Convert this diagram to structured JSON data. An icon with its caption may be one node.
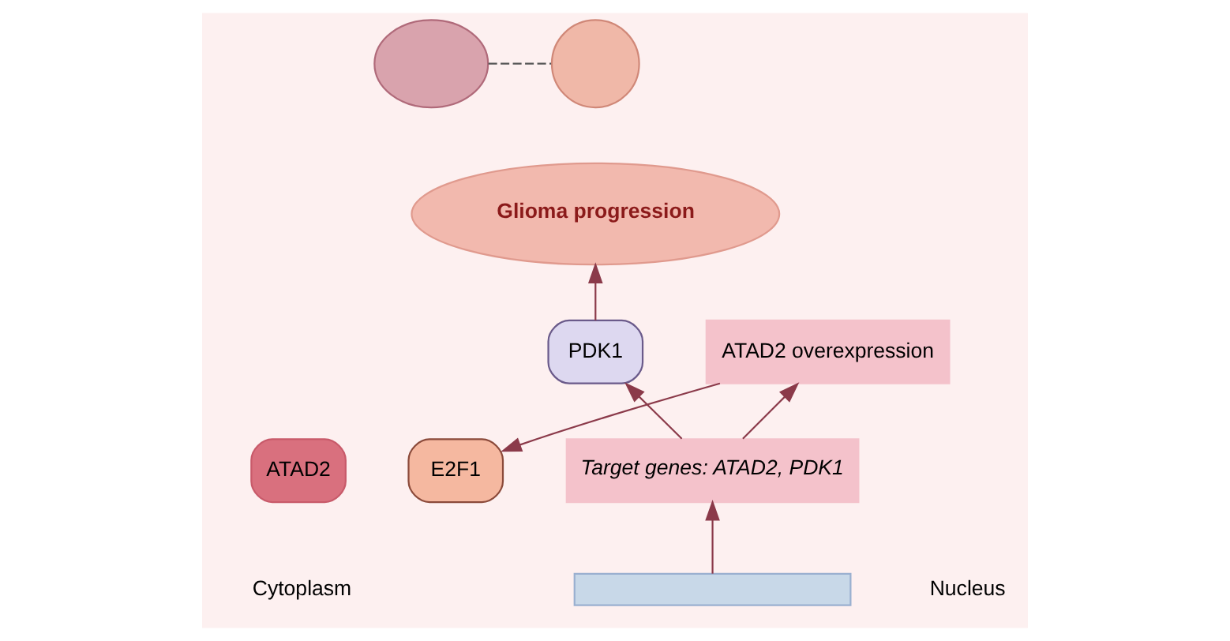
{
  "diagram": {
    "nodes": [
      {
        "text": [],
        "shape": "cloud"
      },
      {
        "text": [],
        "shape": "circle"
      },
      {
        "text": [
          "Glioma progression"
        ]
      },
      {
        "text": [
          "PDK1"
        ]
      },
      {
        "text": [
          "ATAD2 overexpression"
        ]
      },
      {
        "text": [
          "ATAD2"
        ]
      },
      {
        "text": [
          "E2F1"
        ]
      },
      {
        "text": [],
        "shape": "bar"
      },
      {
        "text": [
          "Target genes: ATAD2, PDK1"
        ]
      }
    ],
    "edges": [
      {
        "from": 0,
        "to": 1,
        "arrow": "none",
        "style": "dashed",
        "color": "#555555"
      },
      {
        "from": 7,
        "to": 8,
        "arrow": "to"
      },
      {
        "from": 8,
        "to": 4,
        "arrow": "to"
      },
      {
        "from": 4,
        "to": 6,
        "arrow": "to"
      },
      {
        "from": 8,
        "to": 3,
        "arrow": "to"
      },
      {
        "from": 3,
        "to": 2,
        "arrow": "to"
      }
    ],
    "labels": [
      "Cytoplasm",
      "Nucleus"
    ]
  }
}
